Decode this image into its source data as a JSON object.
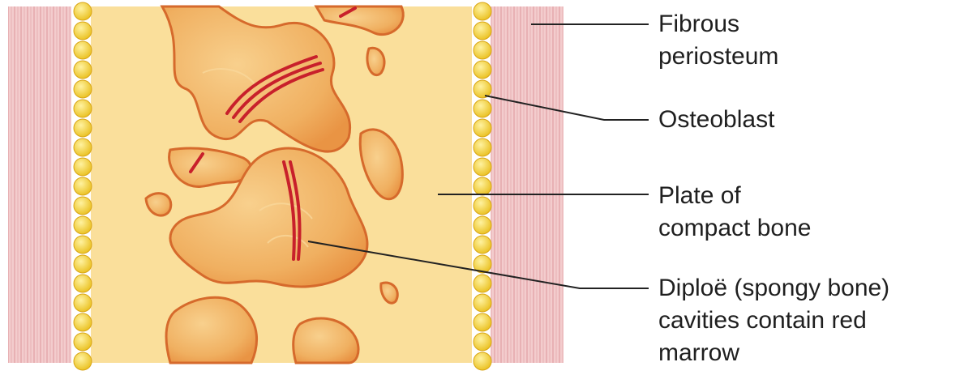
{
  "labels": {
    "fibrous_periosteum": {
      "line1": "Fibrous",
      "line2": "periosteum"
    },
    "osteoblast": {
      "line1": "Osteoblast"
    },
    "plate_compact_bone": {
      "line1": "Plate of",
      "line2": "compact bone"
    },
    "diploe": {
      "line1": "Diploë (spongy bone)",
      "line2": "cavities contain red",
      "line3": "marrow"
    }
  },
  "colors": {
    "periosteum": "#f1c6c6",
    "periosteum_stripe": "#d88a8e",
    "osteoblast": "#f7d84a",
    "compact_bone": "#fbe3a2",
    "cavity_fill": "#f2b56d",
    "cavity_edge": "#d8642a",
    "vessel": "#c8202b",
    "leader_line": "#222222"
  }
}
